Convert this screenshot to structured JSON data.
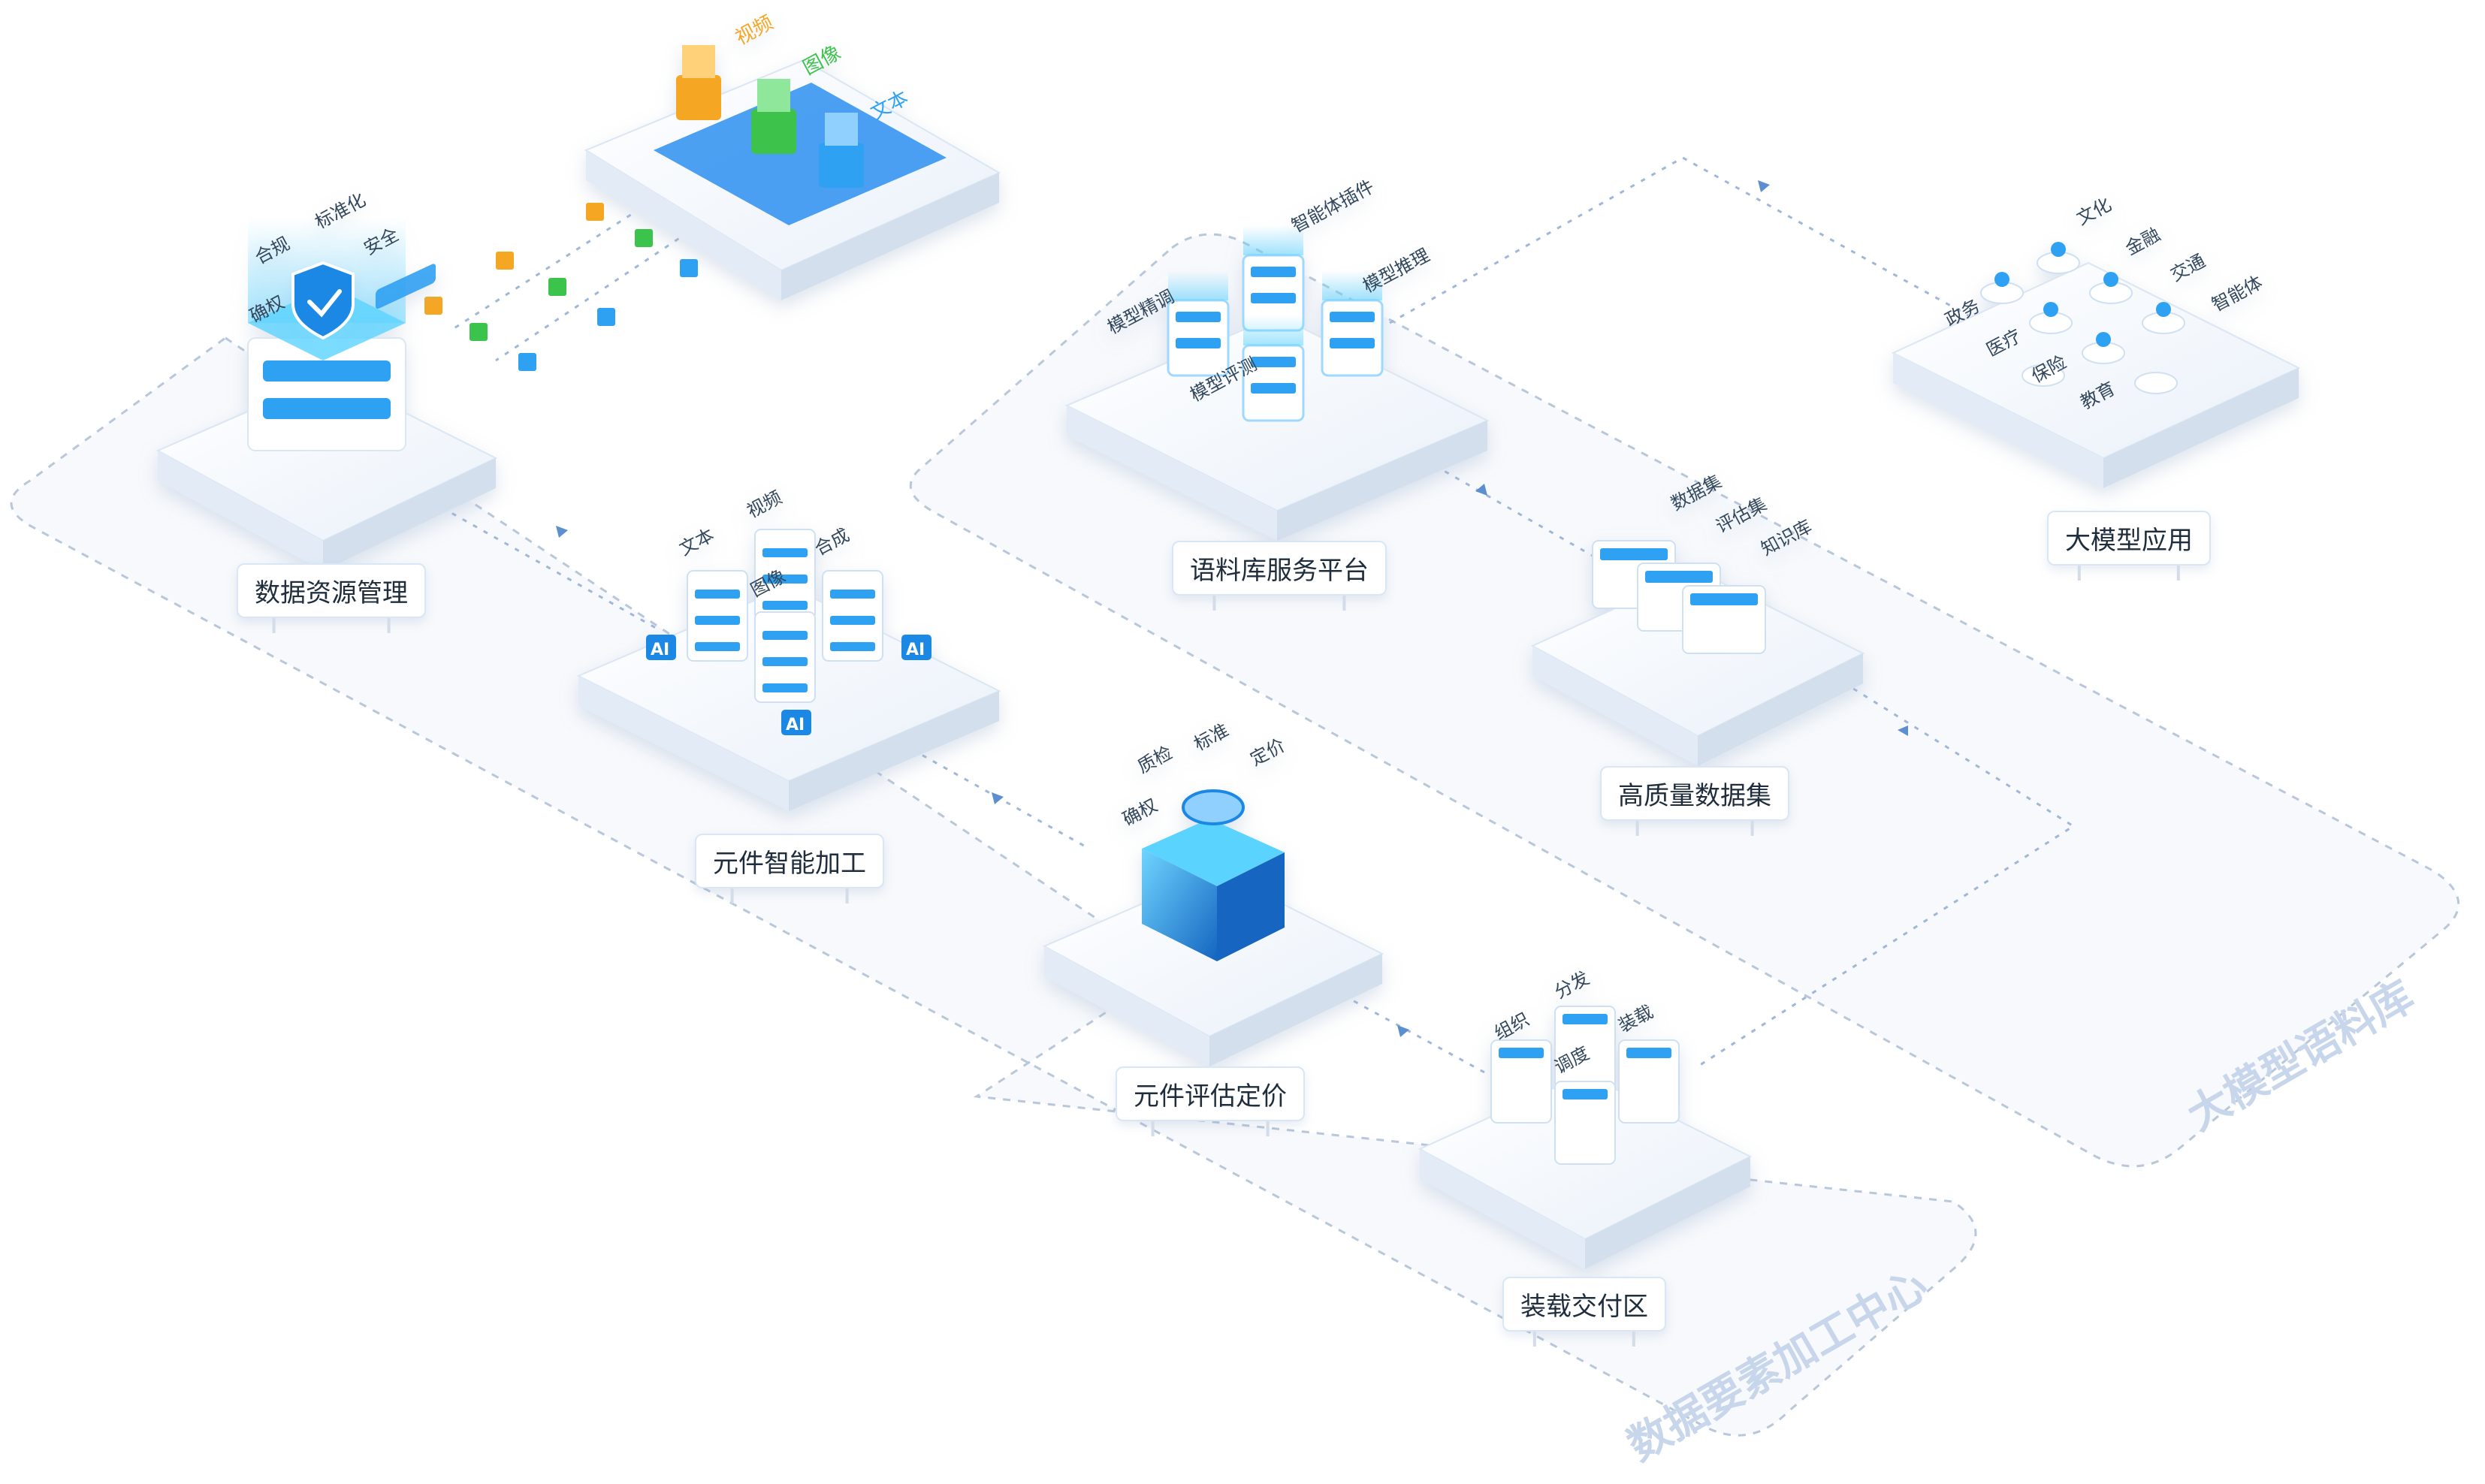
{
  "colors": {
    "primary": "#1e88e5",
    "accent_blue": "#2ea1f2",
    "accent_orange": "#f5a623",
    "accent_green": "#3cc34b",
    "platform": "#eef3fa",
    "zone_dash": "#b9c7da",
    "zone_text": "#c7d6ea"
  },
  "zones": {
    "processing_center": "数据要素加工中心",
    "large_model_corpus": "大模型语料库"
  },
  "nodes": {
    "data_sources": {
      "tags": [
        "视频",
        "图像",
        "文本"
      ]
    },
    "data_resource_management": {
      "label": "数据资源管理",
      "tags": [
        "合规",
        "标准化",
        "安全",
        "确权"
      ]
    },
    "element_intelligent_processing": {
      "label": "元件智能加工",
      "tags": [
        "文本",
        "视频",
        "合成",
        "图像"
      ],
      "badge": "AI"
    },
    "element_evaluation_pricing": {
      "label": "元件评估定价",
      "tags": [
        "质检",
        "标准",
        "定价",
        "确权"
      ]
    },
    "loading_delivery_zone": {
      "label": "装载交付区",
      "tags": [
        "组织",
        "分发",
        "装载",
        "调度"
      ]
    },
    "corpus_service_platform": {
      "label": "语料库服务平台",
      "tags": [
        "智能体插件",
        "模型推理",
        "模型精调",
        "模型评测"
      ]
    },
    "high_quality_dataset": {
      "label": "高质量数据集",
      "tags": [
        "数据集",
        "评估集",
        "知识库"
      ]
    },
    "large_model_application": {
      "label": "大模型应用",
      "tags": [
        "文化",
        "金融",
        "交通",
        "智能体",
        "政务",
        "医疗",
        "保险",
        "教育"
      ]
    }
  }
}
